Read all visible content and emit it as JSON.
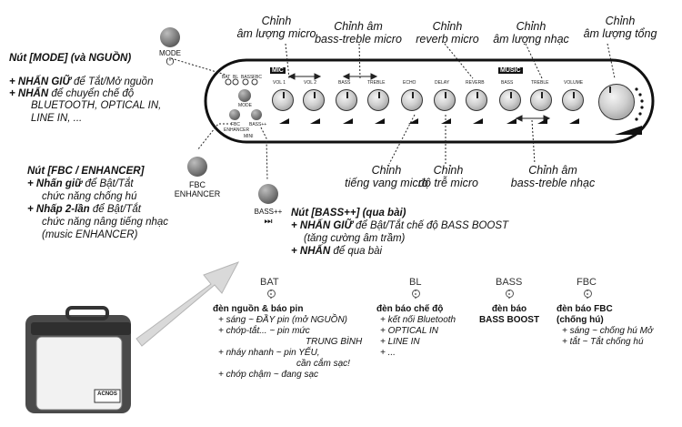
{
  "mode_button": {
    "label": "MODE",
    "symbol": "⏻"
  },
  "fbc_button": {
    "line1": "FBC",
    "line2": "ENHANCER"
  },
  "bass_button": {
    "label": "BASS++",
    "symbol": "⏭"
  },
  "panel": {
    "mic_tag": "MIC",
    "music_tag": "MUSIC",
    "knob_labels": [
      "VOL 1",
      "VOL 2",
      "BASS",
      "TREBLE",
      "ECHO",
      "DELAY",
      "REVERB",
      "BASS",
      "TREBLE",
      "VOLUME"
    ],
    "small_labels": {
      "bat": "BAT",
      "bl": "BL",
      "bass": "BASS",
      "fbc": "FBC",
      "mode": "MODE",
      "fbc_enh": "FBC ENHANCER",
      "bass_pp": "BASS++",
      "mini": "MINI"
    }
  },
  "annotations": {
    "mic_volume": "Chỉnh\nâm lượng micro",
    "mic_bass_treble": "Chỉnh âm\nbass-treble micro",
    "reverb": "Chỉnh\nreverb micro",
    "music_volume": "Chỉnh\nâm lượng nhạc",
    "master_volume": "Chỉnh\nâm lượng tổng",
    "echo": "Chỉnh\ntiếng vang micro",
    "delay": "Chỉnh\nđộ trễ micro",
    "music_bass_treble": "Chỉnh âm\nbass-treble nhạc"
  },
  "mode_desc": {
    "title": "Nút [MODE] (và NGUỒN)",
    "l1_bold": "+ NHẤN GIỮ",
    "l1_rest": " để Tắt/Mở nguồn",
    "l2_bold": "+ NHẤN",
    "l2_rest": " để chuyển chế độ",
    "l3": "BLUETOOTH, OPTICAL IN,",
    "l4": "LINE IN, ..."
  },
  "fbc_desc": {
    "title": "Nút [FBC / ENHANCER]",
    "l1_bold": "+ Nhấn giữ",
    "l1_rest": " để Bật/Tắt",
    "l2": "chức năng chống hú",
    "l3_bold": "+ Nhấp 2-lần",
    "l3_rest": " để Bật/Tắt",
    "l4": "chức năng nâng tiếng nhạc",
    "l5": "(music ENHANCER)"
  },
  "bass_desc": {
    "title": "Nút [BASS++] (qua bài)",
    "l1_bold": "+ NHẤN GIỮ",
    "l1_rest": " để Bật/Tắt chế độ BASS BOOST",
    "l2": "(tăng cường âm trầm)",
    "l3_bold": "+ NHẤN",
    "l3_rest": " để qua bài"
  },
  "indicators": {
    "bat": {
      "tag": "BAT",
      "title": "đèn nguồn & báo pin",
      "lines": [
        "+ sáng ~ ĐẦY pin (mở NGUỒN)",
        "+ chớp-tắt... ~ pin mức",
        "TRUNG BÌNH",
        "+ nháy nhanh ~ pin YẾU,",
        "cần cắm sạc!",
        "+ chớp chậm ~ đang sạc"
      ]
    },
    "bl": {
      "tag": "BL",
      "title": "đèn báo chế độ",
      "lines": [
        "+ kết nối Bluetooth",
        "+ OPTICAL IN",
        "+ LINE IN",
        "+ ..."
      ]
    },
    "bass": {
      "tag": "BASS",
      "title1": "đèn báo",
      "title2": "BASS BOOST"
    },
    "fbc": {
      "tag": "FBC",
      "title1": "đèn báo FBC",
      "title2": "(chống hú)",
      "lines": [
        "+ sáng ~ chống hú Mở",
        "+ tắt ~ Tắt chống hú"
      ]
    }
  },
  "speaker": {
    "badge": "ACNOS"
  }
}
